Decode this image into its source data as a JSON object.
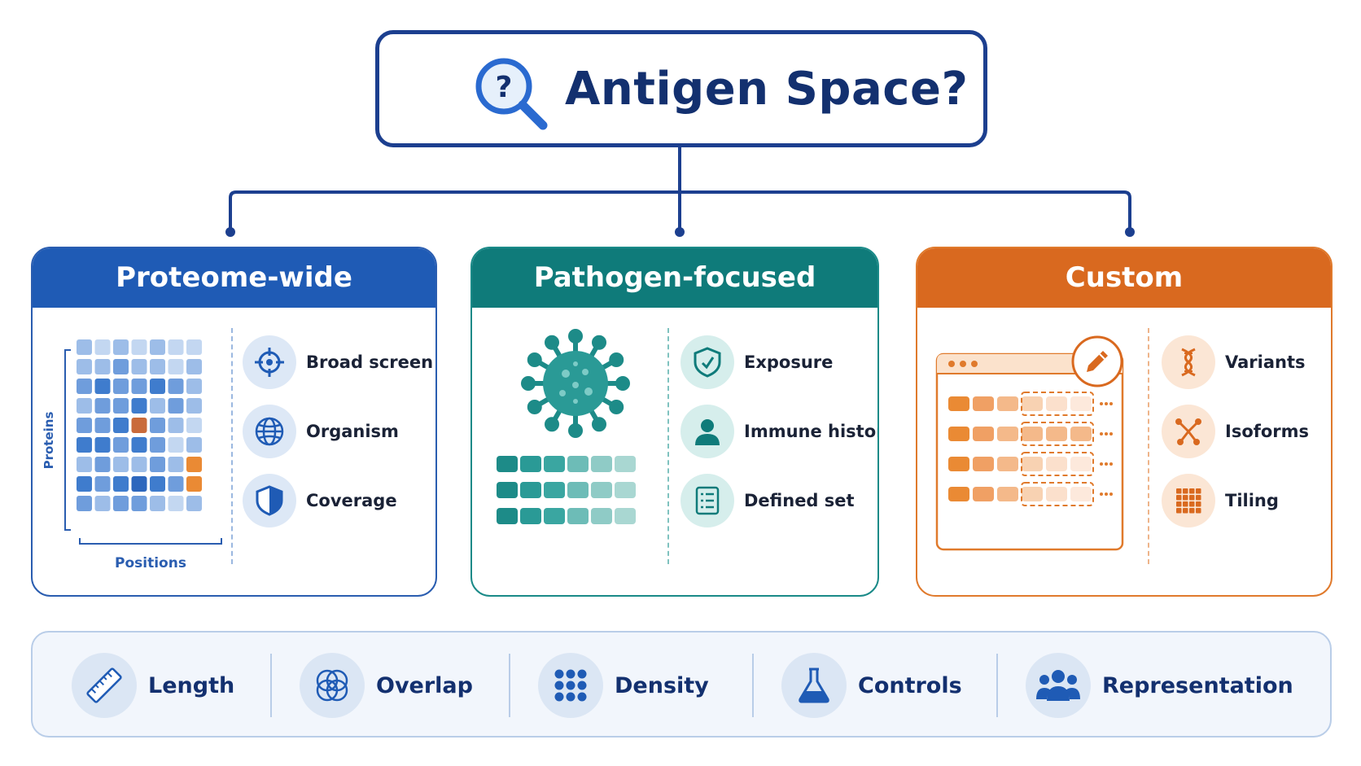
{
  "title": {
    "text": "Antigen Space?",
    "icon": "magnifier-question-icon"
  },
  "panels": [
    {
      "header": "Proteome-wide",
      "accent": "#1f5bb5",
      "graphic": {
        "ylabel": "Proteins",
        "xlabel": "Positions"
      },
      "features": [
        {
          "label": "Broad screen",
          "icon": "crosshair-icon"
        },
        {
          "label": "Organism",
          "icon": "globe-icon"
        },
        {
          "label": "Coverage",
          "icon": "shield-icon"
        }
      ]
    },
    {
      "header": "Pathogen-focused",
      "accent": "#0f7b7a",
      "graphic": {
        "icon": "virus-icon"
      },
      "features": [
        {
          "label": "Exposure",
          "icon": "shield-check-icon"
        },
        {
          "label": "Immune history",
          "icon": "person-icon"
        },
        {
          "label": "Defined set",
          "icon": "checklist-icon"
        }
      ]
    },
    {
      "header": "Custom",
      "accent": "#d9691f",
      "graphic": {
        "icon": "pencil-icon"
      },
      "features": [
        {
          "label": "Variants",
          "icon": "dna-icon"
        },
        {
          "label": "Isoforms",
          "icon": "branch-icon"
        },
        {
          "label": "Tiling",
          "icon": "grid-icon"
        }
      ]
    }
  ],
  "bottom_bar": [
    {
      "label": "Length",
      "icon": "ruler-icon"
    },
    {
      "label": "Overlap",
      "icon": "overlap-circles-icon"
    },
    {
      "label": "Density",
      "icon": "dot-grid-icon"
    },
    {
      "label": "Controls",
      "icon": "flask-icon"
    },
    {
      "label": "Representation",
      "icon": "group-icon"
    }
  ]
}
